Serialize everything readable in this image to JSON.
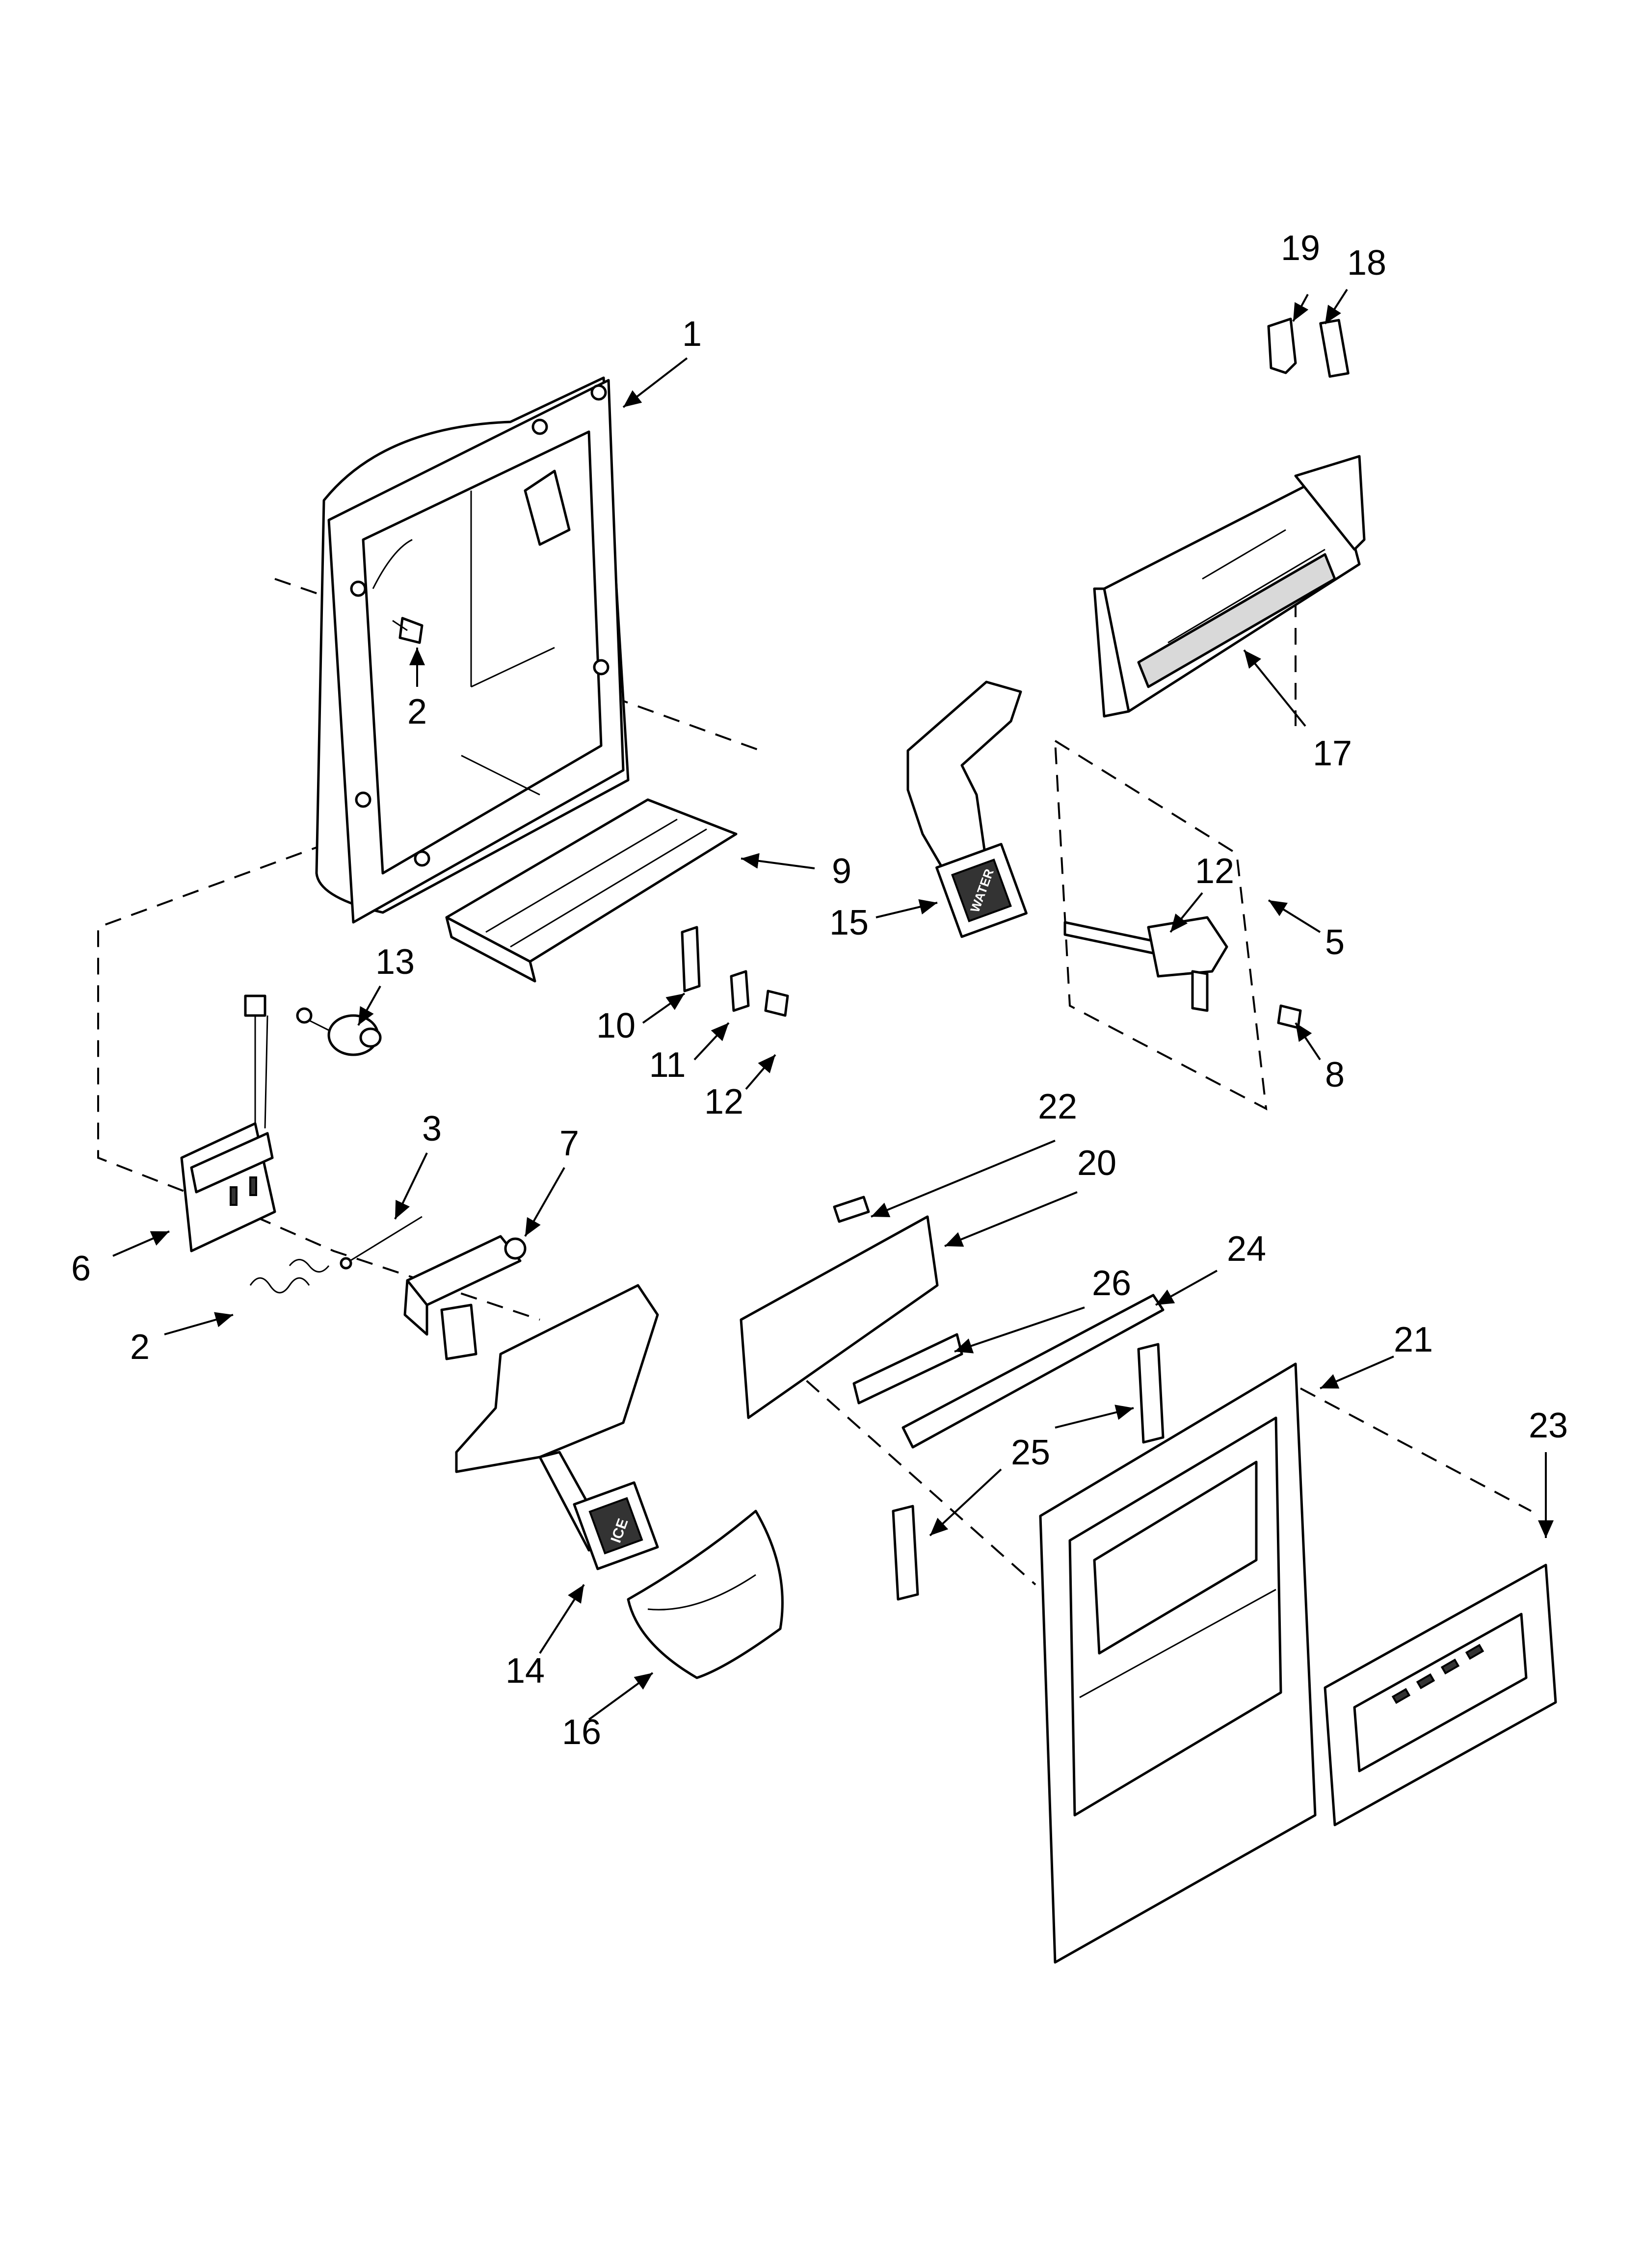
{
  "diagram": {
    "callouts": [
      {
        "id": "c1",
        "text": "1"
      },
      {
        "id": "c2a",
        "text": "2"
      },
      {
        "id": "c2b",
        "text": "2"
      },
      {
        "id": "c3",
        "text": "3"
      },
      {
        "id": "c5",
        "text": "5"
      },
      {
        "id": "c6",
        "text": "6"
      },
      {
        "id": "c7",
        "text": "7"
      },
      {
        "id": "c8",
        "text": "8"
      },
      {
        "id": "c9",
        "text": "9"
      },
      {
        "id": "c10",
        "text": "10"
      },
      {
        "id": "c11",
        "text": "11"
      },
      {
        "id": "c12a",
        "text": "12"
      },
      {
        "id": "c12b",
        "text": "12"
      },
      {
        "id": "c13",
        "text": "13"
      },
      {
        "id": "c14",
        "text": "14"
      },
      {
        "id": "c15",
        "text": "15"
      },
      {
        "id": "c16",
        "text": "16"
      },
      {
        "id": "c17",
        "text": "17"
      },
      {
        "id": "c18",
        "text": "18"
      },
      {
        "id": "c19",
        "text": "19"
      },
      {
        "id": "c20",
        "text": "20"
      },
      {
        "id": "c21",
        "text": "21"
      },
      {
        "id": "c22",
        "text": "22"
      },
      {
        "id": "c23",
        "text": "23"
      },
      {
        "id": "c24",
        "text": "24"
      },
      {
        "id": "c25",
        "text": "25"
      },
      {
        "id": "c26",
        "text": "26"
      }
    ],
    "part_labels": {
      "ice_paddle": "ICE",
      "water_paddle": "WATER"
    }
  }
}
